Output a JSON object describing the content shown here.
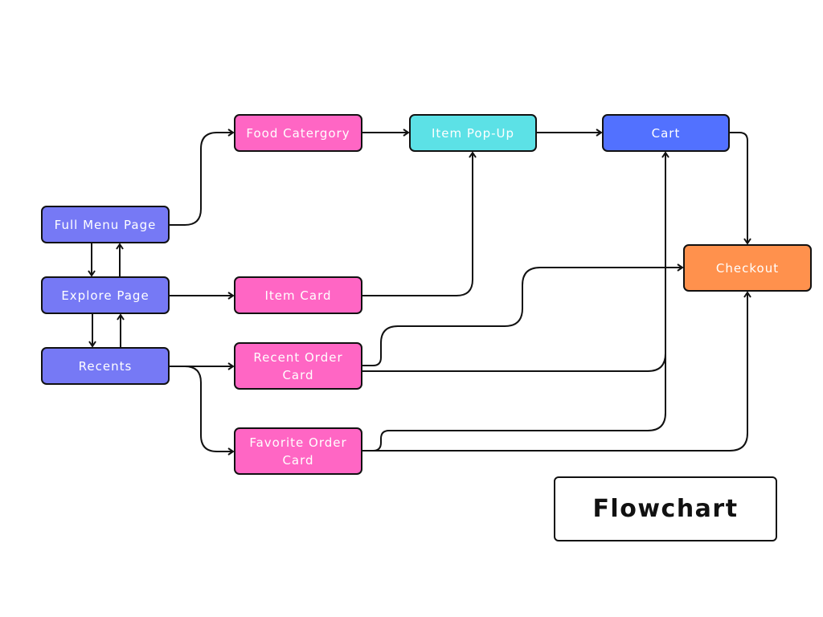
{
  "title": "Flowchart",
  "colors": {
    "nav": "#7679f5",
    "card": "#ff66c4",
    "popup": "#5ce1e6",
    "cart": "#5271ff",
    "checkout": "#ff914d",
    "line": "#111111"
  },
  "nodes": [
    {
      "id": "food-category",
      "label": "Food Catergory",
      "type": "card"
    },
    {
      "id": "item-popup",
      "label": "Item Pop-Up",
      "type": "popup"
    },
    {
      "id": "cart",
      "label": "Cart",
      "type": "cart"
    },
    {
      "id": "full-menu-page",
      "label": "Full Menu Page",
      "type": "nav"
    },
    {
      "id": "explore-page",
      "label": "Explore Page",
      "type": "nav"
    },
    {
      "id": "recents",
      "label": "Recents",
      "type": "nav"
    },
    {
      "id": "item-card",
      "label": "Item Card",
      "type": "card"
    },
    {
      "id": "recent-order-card",
      "label": "Recent Order Card",
      "type": "card"
    },
    {
      "id": "favorite-order-card",
      "label": "Favorite Order Card",
      "type": "card"
    },
    {
      "id": "checkout",
      "label": "Checkout",
      "type": "checkout"
    }
  ],
  "edges": [
    {
      "from": "full-menu-page",
      "to": "food-category"
    },
    {
      "from": "food-category",
      "to": "item-popup"
    },
    {
      "from": "item-popup",
      "to": "cart"
    },
    {
      "from": "cart",
      "to": "checkout"
    },
    {
      "from": "full-menu-page",
      "to": "explore-page"
    },
    {
      "from": "explore-page",
      "to": "full-menu-page"
    },
    {
      "from": "explore-page",
      "to": "recents"
    },
    {
      "from": "recents",
      "to": "explore-page"
    },
    {
      "from": "explore-page",
      "to": "item-card"
    },
    {
      "from": "item-card",
      "to": "item-popup"
    },
    {
      "from": "recents",
      "to": "recent-order-card"
    },
    {
      "from": "recents",
      "to": "favorite-order-card"
    },
    {
      "from": "recent-order-card",
      "to": "checkout"
    },
    {
      "from": "recent-order-card",
      "to": "cart"
    },
    {
      "from": "favorite-order-card",
      "to": "cart"
    },
    {
      "from": "favorite-order-card",
      "to": "checkout"
    }
  ]
}
